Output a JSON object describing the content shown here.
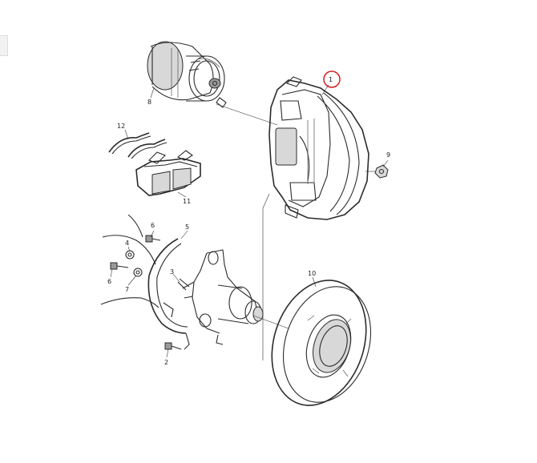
{
  "diagram": {
    "callouts": [
      {
        "id": "1",
        "label": "1",
        "part": "caliper"
      },
      {
        "id": "2",
        "label": "2",
        "part": "bolt-lower"
      },
      {
        "id": "3",
        "label": "3",
        "part": "hub-stud"
      },
      {
        "id": "4",
        "label": "4",
        "part": "washer"
      },
      {
        "id": "5",
        "label": "5",
        "part": "dust-shield"
      },
      {
        "id": "6a",
        "label": "6",
        "part": "bolt-upper"
      },
      {
        "id": "6b",
        "label": "6",
        "part": "bolt-left"
      },
      {
        "id": "7",
        "label": "7",
        "part": "washer-left"
      },
      {
        "id": "8",
        "label": "8",
        "part": "brake-chamber"
      },
      {
        "id": "9",
        "label": "9",
        "part": "nut"
      },
      {
        "id": "10",
        "label": "10",
        "part": "brake-disc"
      },
      {
        "id": "11",
        "label": "11",
        "part": "brake-pads"
      },
      {
        "id": "12",
        "label": "12",
        "part": "pad-springs"
      }
    ],
    "highlight_color": "#d42020",
    "line_color": "#2b2b2b"
  }
}
